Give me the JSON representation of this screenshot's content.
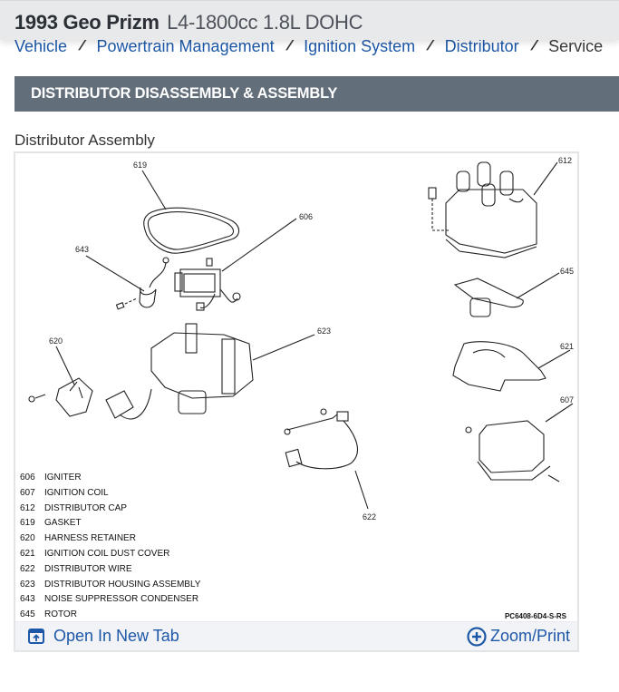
{
  "header": {
    "vehicle_title": "1993 Geo Prizm",
    "engine": "L4-1800cc 1.8L DOHC"
  },
  "breadcrumb": [
    {
      "label": "Vehicle"
    },
    {
      "label": "Powertrain Management"
    },
    {
      "label": "Ignition System"
    },
    {
      "label": "Distributor"
    },
    {
      "label": "Service"
    }
  ],
  "section": {
    "title": "DISTRIBUTOR DISASSEMBLY & ASSEMBLY"
  },
  "figure": {
    "caption": "Distributor Assembly",
    "code": "PC6408-6D4-S-RS",
    "callouts": {
      "c606": "606",
      "c607": "607",
      "c612": "612",
      "c619": "619",
      "c620": "620",
      "c621": "621",
      "c622": "622",
      "c623": "623",
      "c643": "643",
      "c645": "645"
    },
    "legend": [
      {
        "num": "606",
        "name": "IGNITER"
      },
      {
        "num": "607",
        "name": "IGNITION COIL"
      },
      {
        "num": "612",
        "name": "DISTRIBUTOR CAP"
      },
      {
        "num": "619",
        "name": "GASKET"
      },
      {
        "num": "620",
        "name": "HARNESS RETAINER"
      },
      {
        "num": "621",
        "name": "IGNITION COIL DUST COVER"
      },
      {
        "num": "622",
        "name": "DISTRIBUTOR WIRE"
      },
      {
        "num": "623",
        "name": "DISTRIBUTOR HOUSING ASSEMBLY"
      },
      {
        "num": "643",
        "name": "NOISE SUPPRESSOR CONDENSER"
      },
      {
        "num": "645",
        "name": "ROTOR"
      }
    ],
    "footer": {
      "open_new_tab": "Open In New Tab",
      "zoom_print": "Zoom/Print"
    }
  },
  "colors": {
    "link": "#1d58a8",
    "section_bar": "#636e7b",
    "header_bg": "#e8e9eb",
    "footer_bg": "#f2f3f6"
  }
}
